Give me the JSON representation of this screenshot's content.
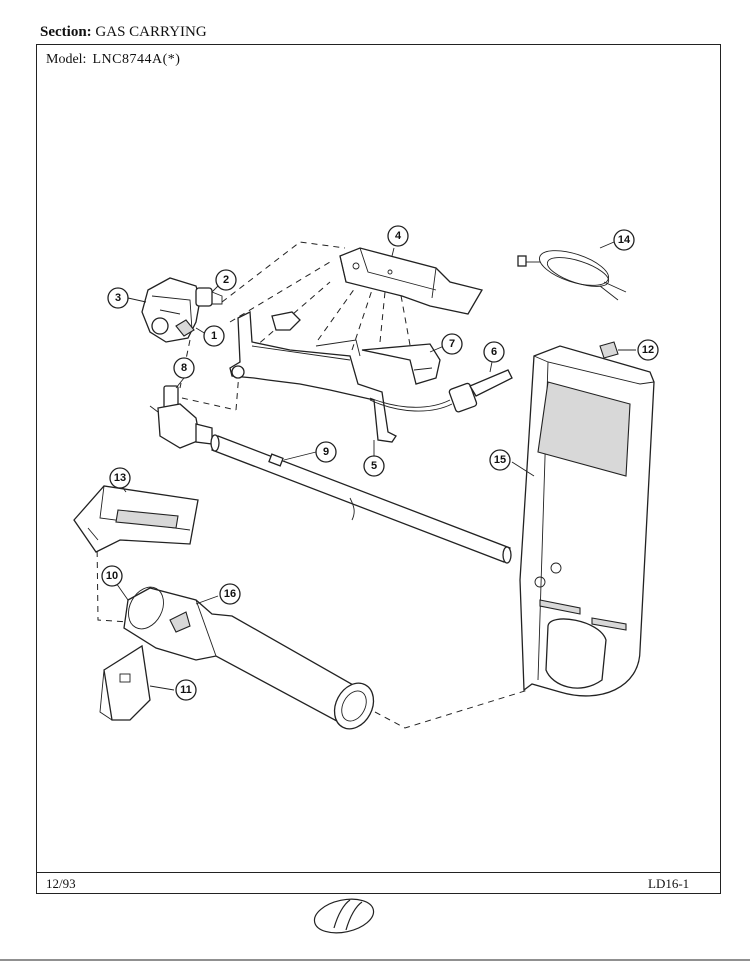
{
  "header": {
    "section_label": "Section:",
    "section_value": "GAS CARRYING",
    "model_label": "Model:",
    "model_value": "LNC8744A(*)"
  },
  "footer": {
    "date": "12/93",
    "page_id": "LD16-1"
  },
  "callouts": [
    "1",
    "2",
    "3",
    "4",
    "5",
    "6",
    "7",
    "8",
    "9",
    "10",
    "11",
    "12",
    "13",
    "14",
    "15",
    "16"
  ]
}
